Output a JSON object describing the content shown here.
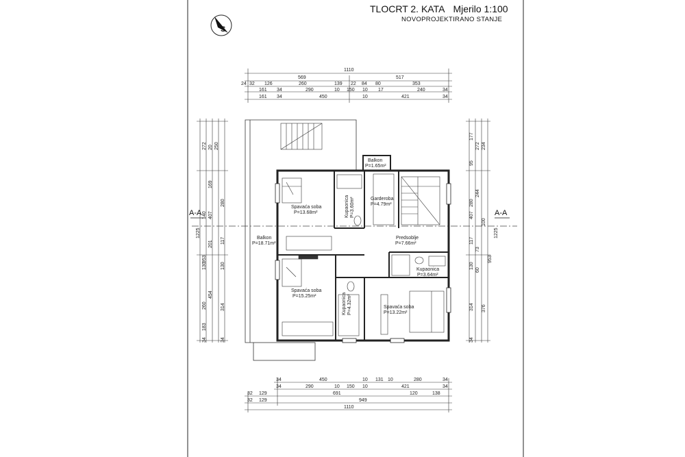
{
  "header": {
    "title": "TLOCRT 2. KATA",
    "scale": "Mjerilo 1:100",
    "subtitle": "NOVOPROJEKTIRANO STANJE"
  },
  "compass": {
    "letter": "S"
  },
  "section_marks": {
    "left": "A-A",
    "right": "A-A"
  },
  "rooms": {
    "balkon_small": {
      "name": "Balkon",
      "area": "P=1.65m²"
    },
    "spavaca_1": {
      "name": "Spavaća soba",
      "area": "P=13.68m²"
    },
    "kupaonica_1": {
      "name": "Kupaonica",
      "area": "P=3.60m²"
    },
    "garderoba": {
      "name": "Garderoba",
      "area": "P=4.79m²"
    },
    "balkon_big": {
      "name": "Balkon",
      "area": "P=18.71m²"
    },
    "predsoblje": {
      "name": "Predsoblje",
      "area": "P=7.66m²"
    },
    "kupaonica_2": {
      "name": "Kupaonica",
      "area": "P=3.64m²"
    },
    "spavaca_2": {
      "name": "Spavaća soba",
      "area": "P=15.25m²"
    },
    "kupaonica_3": {
      "name": "Kupaonica",
      "area": "P=4.32m²"
    },
    "spavaca_3": {
      "name": "Spavaća soba",
      "area": "P=13.22m²"
    }
  },
  "dimensions": {
    "top_row1": [
      "1110"
    ],
    "top_row2": [
      "569",
      "517"
    ],
    "top_row3": [
      "24",
      "32",
      "126",
      "260",
      "139",
      "22",
      "84",
      "80",
      "353"
    ],
    "top_row4": [
      "161",
      "34",
      "290",
      "10",
      "150",
      "10",
      "17",
      "240",
      "34"
    ],
    "top_row5": [
      "161",
      "34",
      "450",
      "10",
      "421",
      "34"
    ],
    "bottom_row1": [
      "34",
      "450",
      "10",
      "131",
      "10",
      "280",
      "34"
    ],
    "bottom_row2": [
      "34",
      "290",
      "10",
      "150",
      "10",
      "421",
      "34"
    ],
    "bottom_row3": [
      "32",
      "129",
      "691",
      "120",
      "138"
    ],
    "bottom_row4": [
      "32",
      "129",
      "949"
    ],
    "bottom_row5": [
      "1110"
    ],
    "left_col1": [
      "1225"
    ],
    "left_col2": [
      "953"
    ],
    "left_col3": [
      "272",
      "407",
      "454",
      "183"
    ],
    "left_col4": [
      "20",
      "169",
      "140",
      "201",
      "130",
      "260",
      "34"
    ],
    "left_col5": [
      "250",
      "280",
      "117",
      "130",
      "314",
      "34"
    ],
    "right_col1": [
      "177",
      "95",
      "280",
      "117",
      "130",
      "314",
      "34"
    ],
    "right_col2": [
      "272",
      "244",
      "100",
      "73",
      "60",
      "376"
    ],
    "right_col3": [
      "234",
      "407",
      "953"
    ],
    "right_col4": [
      "1225"
    ]
  }
}
